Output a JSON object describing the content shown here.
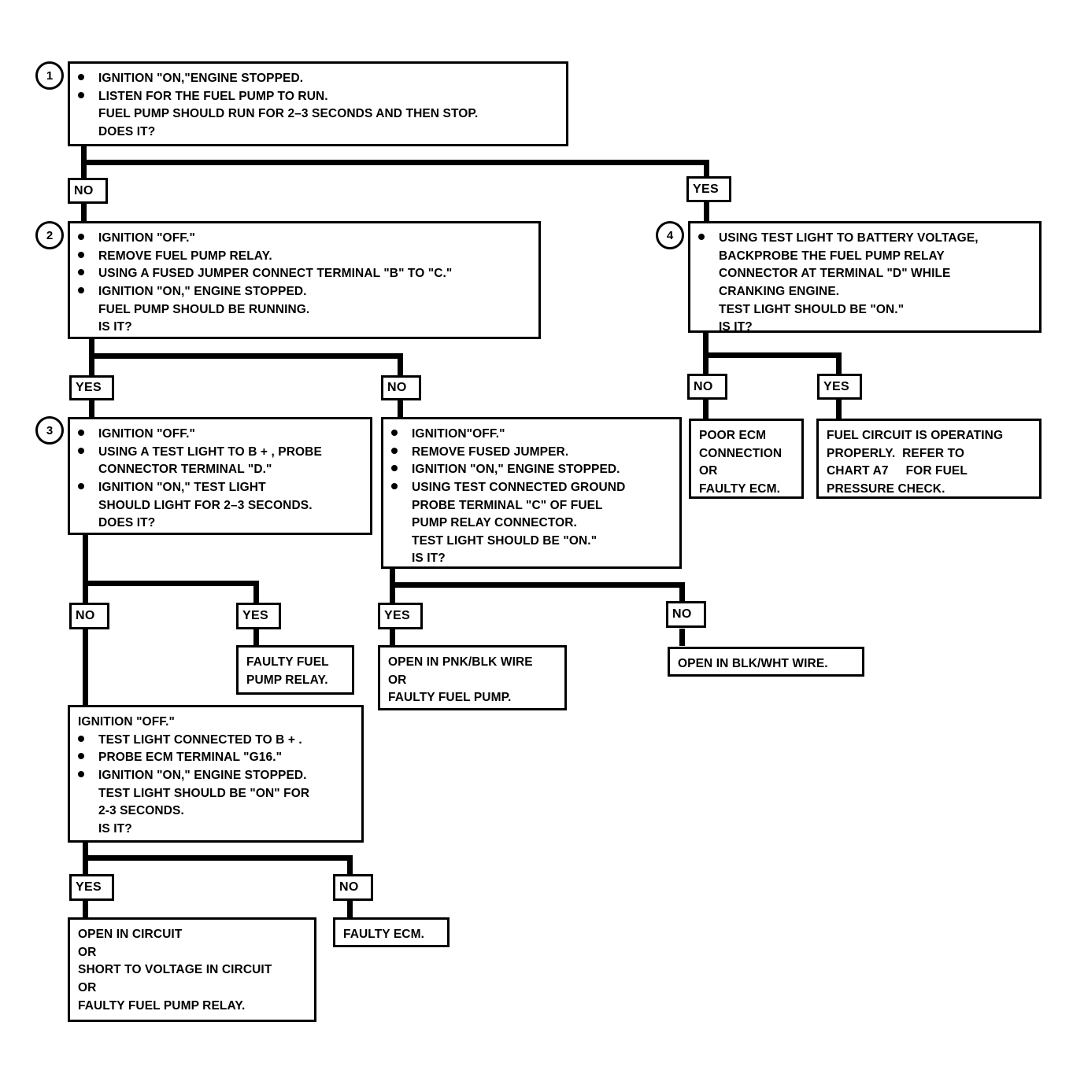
{
  "diagram": {
    "title": "Fuel Pump Relay Circuit Diagnostic Chart",
    "type": "flowchart",
    "line_color": "#000000",
    "background": "#ffffff"
  },
  "steps": {
    "s1": {
      "number": "1"
    },
    "s2": {
      "number": "2"
    },
    "s3": {
      "number": "3"
    },
    "s4": {
      "number": "4"
    }
  },
  "boxes": {
    "step1": {
      "lines": [
        {
          "bullet": true,
          "text": "IGNITION \"ON,\"ENGINE STOPPED."
        },
        {
          "bullet": true,
          "text": "LISTEN FOR THE FUEL PUMP TO RUN."
        },
        {
          "bullet": false,
          "text": "FUEL PUMP SHOULD RUN FOR 2–3 SECONDS AND THEN STOP."
        },
        {
          "bullet": false,
          "text": "DOES IT?"
        }
      ]
    },
    "step2": {
      "lines": [
        {
          "bullet": true,
          "text": "IGNITION \"OFF.\""
        },
        {
          "bullet": true,
          "text": "REMOVE FUEL PUMP RELAY."
        },
        {
          "bullet": true,
          "text": "USING A FUSED JUMPER CONNECT TERMINAL \"B\" TO \"C.\""
        },
        {
          "bullet": true,
          "text": "IGNITION \"ON,\" ENGINE STOPPED."
        },
        {
          "bullet": false,
          "text": "FUEL PUMP SHOULD BE RUNNING."
        },
        {
          "bullet": false,
          "text": "IS IT?"
        }
      ]
    },
    "step4": {
      "lines": [
        {
          "bullet": true,
          "text": "USING TEST LIGHT TO BATTERY VOLTAGE,"
        },
        {
          "bullet": false,
          "text": "BACKPROBE THE FUEL PUMP RELAY"
        },
        {
          "bullet": false,
          "text": "CONNECTOR AT TERMINAL \"D\" WHILE"
        },
        {
          "bullet": false,
          "text": "CRANKING ENGINE."
        },
        {
          "bullet": false,
          "text": "TEST LIGHT SHOULD BE \"ON.\""
        },
        {
          "bullet": false,
          "text": "IS IT?"
        }
      ]
    },
    "step3": {
      "lines": [
        {
          "bullet": true,
          "text": "IGNITION \"OFF.\""
        },
        {
          "bullet": true,
          "text": "USING A TEST LIGHT TO B + , PROBE"
        },
        {
          "bullet": false,
          "text": "CONNECTOR TERMINAL \"D.\""
        },
        {
          "bullet": true,
          "text": "IGNITION \"ON,\" TEST LIGHT"
        },
        {
          "bullet": false,
          "text": "SHOULD LIGHT FOR 2–3 SECONDS."
        },
        {
          "bullet": false,
          "text": "DOES IT?"
        }
      ]
    },
    "mid": {
      "lines": [
        {
          "bullet": true,
          "text": "IGNITION\"OFF.\""
        },
        {
          "bullet": true,
          "text": "REMOVE FUSED JUMPER."
        },
        {
          "bullet": true,
          "text": "IGNITION \"ON,\" ENGINE STOPPED."
        },
        {
          "bullet": true,
          "text": "USING TEST CONNECTED GROUND"
        },
        {
          "bullet": false,
          "text": "PROBE TERMINAL \"C\" OF FUEL"
        },
        {
          "bullet": false,
          "text": "PUMP RELAY CONNECTOR."
        },
        {
          "bullet": false,
          "text": "TEST LIGHT SHOULD BE \"ON.\""
        },
        {
          "bullet": false,
          "text": "IS IT?"
        }
      ]
    },
    "poor_ecm": {
      "lines": [
        {
          "bullet": false,
          "text": "POOR ECM"
        },
        {
          "bullet": false,
          "text": "CONNECTION"
        },
        {
          "bullet": false,
          "text": "OR"
        },
        {
          "bullet": false,
          "text": "FAULTY ECM."
        }
      ]
    },
    "fuel_ok": {
      "lines": [
        {
          "bullet": false,
          "text": "FUEL CIRCUIT IS OPERATING"
        },
        {
          "bullet": false,
          "text": "PROPERLY.  REFER TO"
        },
        {
          "bullet": false,
          "text": "CHART A7     FOR FUEL"
        },
        {
          "bullet": false,
          "text": "PRESSURE CHECK."
        }
      ]
    },
    "faulty_relay": {
      "lines": [
        {
          "bullet": false,
          "text": "FAULTY FUEL"
        },
        {
          "bullet": false,
          "text": "PUMP RELAY."
        }
      ]
    },
    "open_pnk": {
      "lines": [
        {
          "bullet": false,
          "text": "OPEN IN PNK/BLK WIRE"
        },
        {
          "bullet": false,
          "text": "OR"
        },
        {
          "bullet": false,
          "text": "FAULTY FUEL PUMP."
        }
      ]
    },
    "open_blk": {
      "lines": [
        {
          "bullet": false,
          "text": "OPEN IN BLK/WHT WIRE."
        }
      ]
    },
    "ecm_g16": {
      "lines": [
        {
          "bullet": false,
          "text": "IGNITION \"OFF.\"",
          "indent": false
        },
        {
          "bullet": true,
          "text": "TEST LIGHT CONNECTED TO B + ."
        },
        {
          "bullet": true,
          "text": "PROBE ECM TERMINAL \"G16.\""
        },
        {
          "bullet": true,
          "text": "IGNITION \"ON,\" ENGINE STOPPED."
        },
        {
          "bullet": false,
          "text": "TEST LIGHT SHOULD BE \"ON\" FOR"
        },
        {
          "bullet": false,
          "text": "2-3 SECONDS."
        },
        {
          "bullet": false,
          "text": "IS IT?"
        }
      ]
    },
    "open_circuit": {
      "lines": [
        {
          "bullet": false,
          "text": "OPEN IN CIRCUIT"
        },
        {
          "bullet": false,
          "text": "OR"
        },
        {
          "bullet": false,
          "text": "SHORT TO VOLTAGE IN CIRCUIT"
        },
        {
          "bullet": false,
          "text": "OR"
        },
        {
          "bullet": false,
          "text": "FAULTY FUEL PUMP RELAY."
        }
      ]
    },
    "faulty_ecm": {
      "lines": [
        {
          "bullet": false,
          "text": "FAULTY ECM."
        }
      ]
    }
  },
  "labels": {
    "l1_no": "NO",
    "l1_yes": "YES",
    "l2_yes": "YES",
    "l2_no": "NO",
    "l4_no": "NO",
    "l4_yes": "YES",
    "l3_no": "NO",
    "l3_yes": "YES",
    "lm_yes": "YES",
    "lm_no": "NO",
    "lg_yes": "YES",
    "lg_no": "NO"
  }
}
